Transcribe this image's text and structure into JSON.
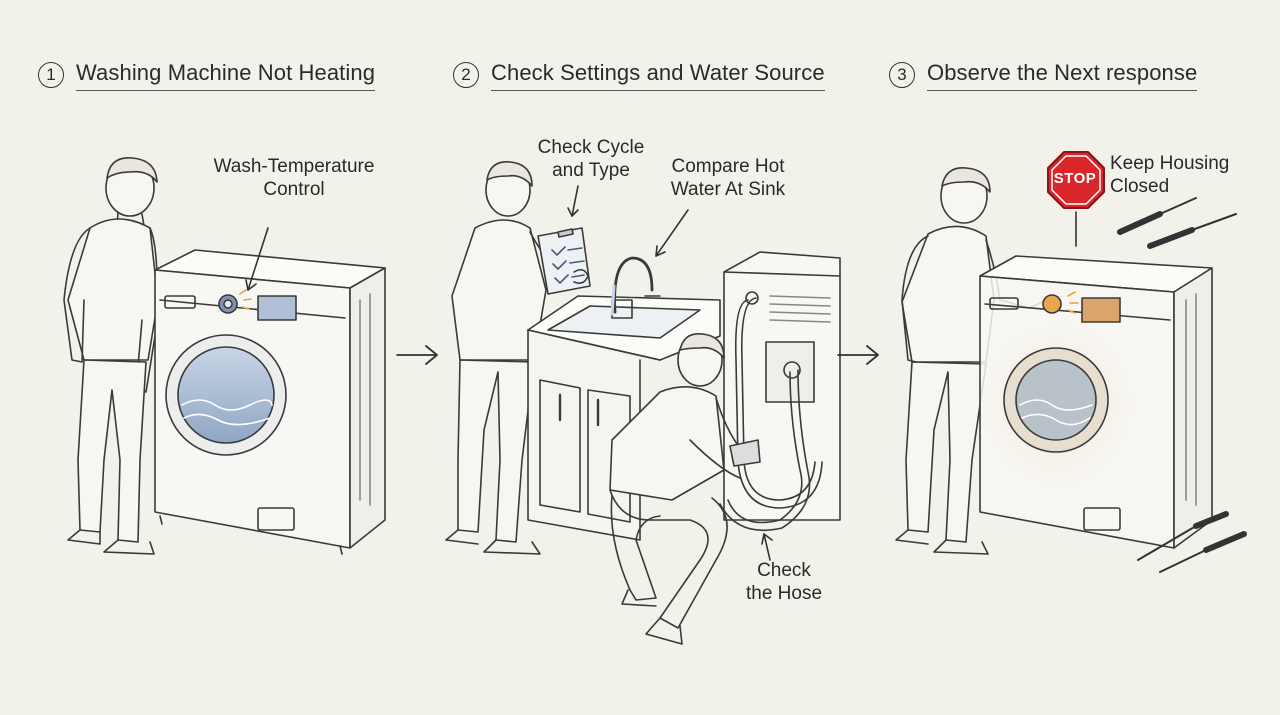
{
  "steps": [
    {
      "number": "1",
      "title": "Washing Machine Not Heating"
    },
    {
      "number": "2",
      "title": "Check Settings and Water Source"
    },
    {
      "number": "3",
      "title": "Observe the Next response"
    }
  ],
  "callouts": {
    "temp_control": [
      "Wash-Temperature",
      "Control"
    ],
    "check_cycle": [
      "Check Cycle",
      "and Type"
    ],
    "compare_hot": [
      "Compare Hot",
      "Water At Sink"
    ],
    "check_hose": [
      "Check",
      "the Hose"
    ],
    "keep_housing": [
      "Keep Housing",
      "Closed"
    ]
  },
  "stop_sign": {
    "text": "STOP",
    "color": "#d8262b"
  },
  "colors": {
    "line": "#3a3a3a",
    "machine_fill": "#f7f7f4",
    "water": "#8fa6c4",
    "glow": "#f3b45a"
  }
}
